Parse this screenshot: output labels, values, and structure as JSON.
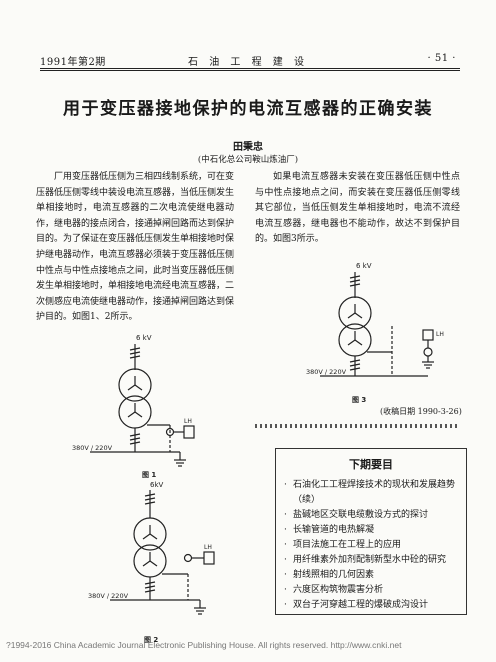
{
  "header": {
    "issue": "1991年第2期",
    "journal": "石 油 工 程 建 设",
    "page": "· 51 ·"
  },
  "article": {
    "title": "用于变压器接地保护的电流互感器的正确安装",
    "author": "田秉忠",
    "affiliation": "(中石化总公司鞍山炼油厂)",
    "left_paragraph": "厂用变压器低压侧为三相四线制系统，可在变压器低压侧零线中装设电流互感器，当低压侧发生单相接地时，电流互感器的二次电流使继电器动作，继电器的接点闭合，接通掉闸回路而达到保护目的。为了保证在变压器低压侧发生单相接地时保护继电器动作，电流互感器必须装于变压器低压侧中性点与中性点接地点之间，此时当变压器低压侧发生单相接地时，单相接地电流经电流互感器，二次侧感应电流使继电器动作，接通掉闸回路达到保护目的。如图1、2所示。",
    "right_paragraph": "如果电流互感器未安装在变压器低压侧中性点与中性点接地点之间，而安装在变压器低压侧零线其它部位，当低压侧发生单相接地时，电流不流经电流互感器，继电器也不能动作，故达不到保护目的。如图3所示。",
    "received": "(收稿日期 1990-3-26)"
  },
  "figures": {
    "fig1": {
      "caption": "图 1",
      "hv_label": "6 kV",
      "lv_label": "380V / 220V",
      "relay_label": "LH"
    },
    "fig2": {
      "caption": "图 2",
      "hv_label": "6kV",
      "lv_label": "380V / 220V",
      "relay_label": "LH"
    },
    "fig3": {
      "caption": "图 3",
      "hv_label": "6 kV",
      "lv_label": "380V / 220V",
      "relay_label": "LH"
    }
  },
  "next_issue": {
    "title": "下期要目",
    "items": [
      "石油化工工程焊接技术的现状和发展趋势（续）",
      "盐碱地区交联电缆敷设方式的探讨",
      "长输管道的电热解凝",
      "项目法施工在工程上的应用",
      "用纤维素外加剂配制新型水中砼的研究",
      "射线照相的几何因素",
      "六度区构筑物震害分析",
      "双台子河穿越工程的爆破成沟设计"
    ]
  },
  "footer": "?1994-2016 China Academic Journal Electronic Publishing House. All rights reserved.    http://www.cnki.net"
}
